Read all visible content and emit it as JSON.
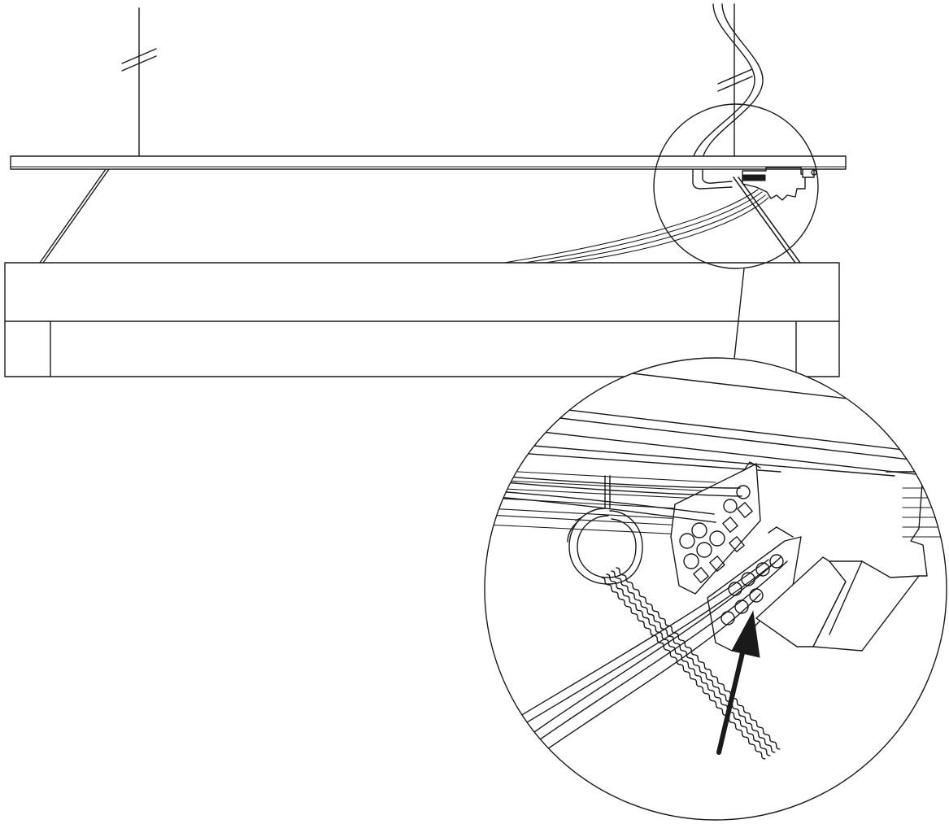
{
  "diagram": {
    "kind": "assembly-line-drawing",
    "components": [
      "ceiling-rod-left",
      "ceiling-rod-right",
      "power-cable",
      "ceiling-plate",
      "suspension-wires",
      "luminaire-housing",
      "terminal-block",
      "detail-callout",
      "indicator-arrow"
    ],
    "colors": {
      "line": "#1a1a1a",
      "background": "#ffffff"
    },
    "labels": []
  }
}
